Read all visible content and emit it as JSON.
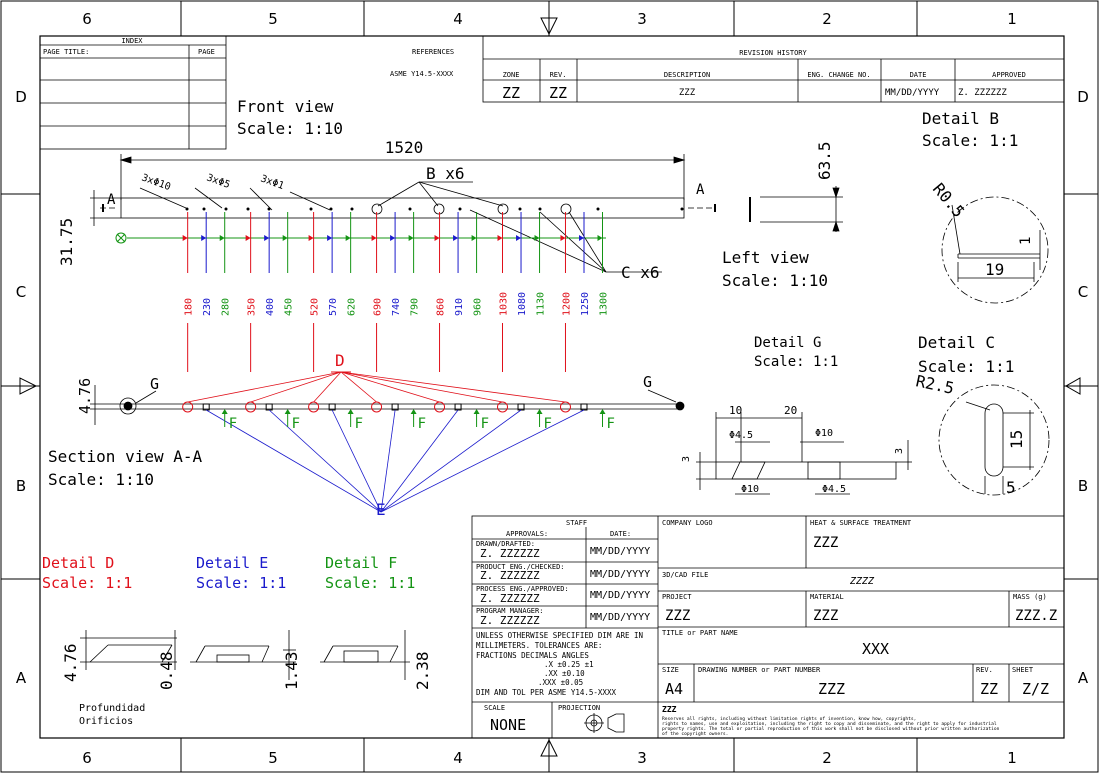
{
  "border": {
    "top_numbers": [
      "6",
      "5",
      "4",
      "3",
      "2",
      "1"
    ],
    "bottom_numbers": [
      "6",
      "5",
      "4",
      "3",
      "2",
      "1"
    ],
    "left_letters": [
      "D",
      "C",
      "B",
      "A"
    ],
    "right_letters": [
      "D",
      "C",
      "B",
      "A"
    ]
  },
  "index_block": {
    "title": "INDEX",
    "page_title_label": "PAGE TITLE:",
    "page_label": "PAGE"
  },
  "references": {
    "label": "REFERENCES",
    "value": "ASME Y14.5-XXXX"
  },
  "revision_history": {
    "title": "REVISION HISTORY",
    "headers": [
      "ZONE",
      "REV.",
      "DESCRIPTION",
      "ENG. CHANGE NO.",
      "DATE",
      "APPROVED"
    ],
    "row": [
      "ZZ",
      "ZZ",
      "ZZZ",
      "",
      "MM/DD/YYYY",
      "Z. ZZZZZZ"
    ]
  },
  "views": {
    "front_title": "Front view",
    "front_scale": "Scale:  1:10",
    "left_title": "Left view",
    "left_scale": "Scale:  1:10",
    "section_title": "Section view A-A",
    "section_scale": "Scale:  1:10",
    "detail_b_title": "Detail B",
    "detail_b_scale": "Scale:  1:1",
    "detail_g_title": "Detail G",
    "detail_g_scale": "Scale:  1:1",
    "detail_c_title": "Detail C",
    "detail_c_scale": "Scale:  1:1",
    "detail_d_title": "Detail D",
    "detail_d_scale": "Scale:  1:1",
    "detail_e_title": "Detail E",
    "detail_e_scale": "Scale:  1:1",
    "detail_f_title": "Detail F",
    "detail_f_scale": "Scale:  1:1"
  },
  "annotations": {
    "overall_length": "1520",
    "height_front": "31.75",
    "section_height": "4.76",
    "hole_10": "3xΦ10",
    "hole_5": "3xΦ5",
    "hole_1": "3xΦ1",
    "callout_b": "B x6",
    "callout_c": "C x6",
    "label_a": "A",
    "label_d": "D",
    "label_e": "E",
    "label_f": "F",
    "label_g": "G",
    "left_dim": "63.5",
    "detail_b_r": "R0.5",
    "detail_b_1": "1",
    "detail_b_19": "19",
    "detail_c_r": "R2.5",
    "detail_c_15": "15",
    "detail_c_5": "5",
    "g_10": "10",
    "g_20": "20",
    "g_phi45": "Φ4.5",
    "g_phi10": "Φ10",
    "g_3": "3",
    "d_a": "4.76",
    "d_b": "0.48",
    "d_c": "1.43",
    "d_d": "2.38",
    "profundidad": "Profundidad",
    "orificios": "Orificios"
  },
  "positions": [
    {
      "label": "180",
      "color": "red"
    },
    {
      "label": "230",
      "color": "blue"
    },
    {
      "label": "280",
      "color": "green"
    },
    {
      "label": "350",
      "color": "red"
    },
    {
      "label": "400",
      "color": "blue"
    },
    {
      "label": "450",
      "color": "green"
    },
    {
      "label": "520",
      "color": "red"
    },
    {
      "label": "570",
      "color": "blue"
    },
    {
      "label": "620",
      "color": "green"
    },
    {
      "label": "690",
      "color": "red"
    },
    {
      "label": "740",
      "color": "blue"
    },
    {
      "label": "790",
      "color": "green"
    },
    {
      "label": "860",
      "color": "red"
    },
    {
      "label": "910",
      "color": "blue"
    },
    {
      "label": "960",
      "color": "green"
    },
    {
      "label": "1030",
      "color": "red"
    },
    {
      "label": "1080",
      "color": "blue"
    },
    {
      "label": "1130",
      "color": "green"
    },
    {
      "label": "1200",
      "color": "red"
    },
    {
      "label": "1250",
      "color": "blue"
    },
    {
      "label": "1300",
      "color": "green"
    }
  ],
  "colors": {
    "red": "#e0101a",
    "blue": "#1a1acc",
    "green": "#149414",
    "black": "#000000"
  },
  "title_block": {
    "staff": "STAFF",
    "approvals": "APPROVALS:",
    "date": "DATE:",
    "drawn_label": "DRAWN/DRAFTED:",
    "drawn_name": "Z. ZZZZZZ",
    "drawn_date": "MM/DD/YYYY",
    "prod_label": "PRODUCT ENG./CHECKED:",
    "prod_name": "Z. ZZZZZZ",
    "prod_date": "MM/DD/YYYY",
    "proc_label": "PROCESS ENG./APPROVED:",
    "proc_name": "Z. ZZZZZZ",
    "proc_date": "MM/DD/YYYY",
    "pm_label": "PROGRAM MANAGER:",
    "pm_name": "Z. ZZZZZZ",
    "pm_date": "MM/DD/YYYY",
    "tol1": "UNLESS OTHERWISE SPECIFIED DIM ARE IN",
    "tol2": "MILLIMETERS. TOLERANCES ARE:",
    "tol3": "FRACTIONS      DECIMALS      ANGLES",
    "tol4": ".X    ±0.25          ±1",
    "tol5": ".XX   ±0.10",
    "tol6": ".XXX  ±0.05",
    "tol7": "DIM AND TOL PER ASME Y14.5-XXXX",
    "company_logo": "COMPANY LOGO",
    "heat_label": "HEAT & SURFACE TREATMENT",
    "heat_value": "ZZZ",
    "cad_label": "3D/CAD FILE",
    "cad_value": "ZZZZ",
    "project_label": "PROJECT",
    "project_value": "ZZZ",
    "material_label": "MATERIAL",
    "material_value": "ZZZ",
    "mass_label": "MASS (g)",
    "mass_value": "ZZZ.Z",
    "title_label": "TITLE or PART NAME",
    "title_value": "XXX",
    "size_label": "SIZE",
    "size_value": "A4",
    "dwg_label": "DRAWING NUMBER or PART NUMBER",
    "dwg_value": "ZZZ",
    "rev_label": "REV.",
    "rev_value": "ZZ",
    "sheet_label": "SHEET",
    "sheet_value": "Z/Z",
    "scale_label": "SCALE",
    "scale_value": "NONE",
    "projection_label": "PROJECTION",
    "zzz": "ZZZ",
    "rights1": "Reserves all rights, including without limitation rights of invention, know how, copyrights,",
    "rights2": "rights to names, use and exploitation, including the right to copy and disseminate, and the right to apply for industrial",
    "rights3": "property rights.  The total or partial reproduction of this work shall not be disclosed without prior written authorization",
    "rights4": "of the copyright owners."
  }
}
